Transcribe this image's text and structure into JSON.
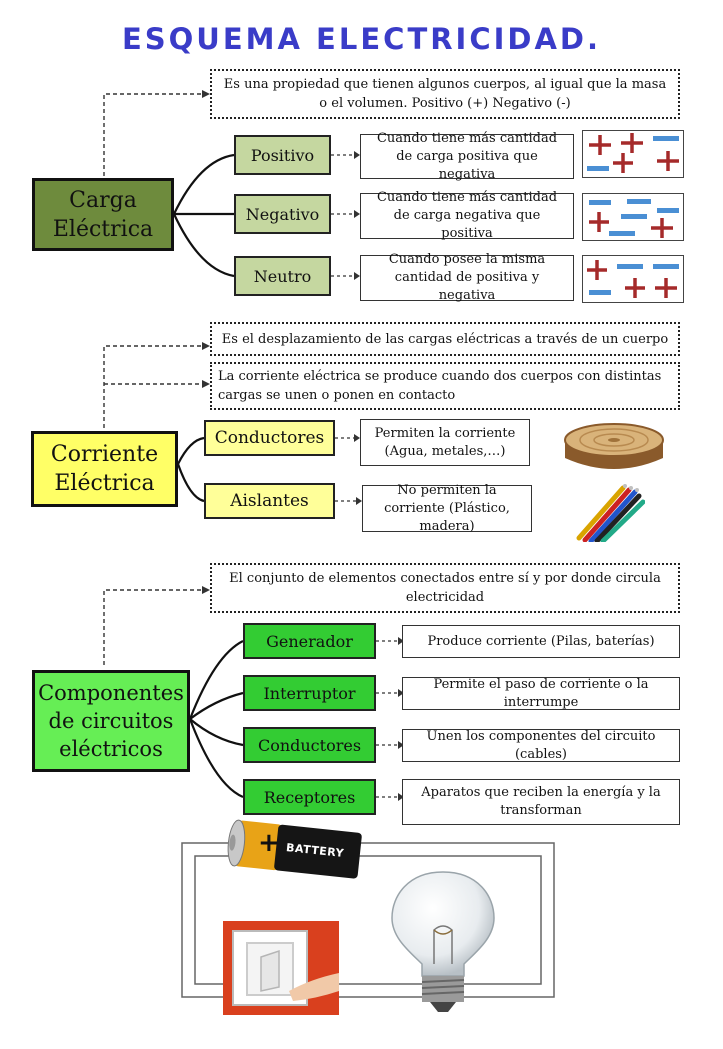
{
  "title": "ESQUEMA ELECTRICIDAD.",
  "colors": {
    "title": "#3a3cc8",
    "carga_main": "#6e8b3d",
    "carga_sub": "#c5d7a0",
    "corriente_main": "#ffff66",
    "corriente_sub": "#ffff99",
    "componentes_main": "#66ee55",
    "componentes_sub": "#33cc33",
    "plus_sign": "#a52a2a",
    "minus_sign": "#4a8fd4"
  },
  "carga": {
    "main_label": "Carga Eléctrica",
    "note_text": "Es una propiedad que tienen algunos cuerpos, al igual que la masa o el volumen. Positivo (+) Negativo (-)",
    "items": [
      {
        "label": "Positivo",
        "desc": "Cuando tiene más cantidad de carga positiva que negativa",
        "icon": "plus-dominant-charges-icon"
      },
      {
        "label": "Negativo",
        "desc": "Cuando tiene más cantidad de carga negativa que positiva",
        "icon": "minus-dominant-charges-icon"
      },
      {
        "label": "Neutro",
        "desc": "Cuando posee la misma cantidad de positiva y negativa",
        "icon": "balanced-charges-icon"
      }
    ]
  },
  "corriente": {
    "main_label": "Corriente Eléctrica",
    "note1": "Es el desplazamiento de las cargas eléctricas a través de un cuerpo",
    "note2": "La corriente eléctrica se produce cuando dos cuerpos con distintas cargas se unen o ponen en contacto",
    "items": [
      {
        "label": "Conductores",
        "desc": "Permiten la corriente (Agua, metales,…)",
        "icon": "wood-log-icon"
      },
      {
        "label": "Aislantes",
        "desc": "No permiten la corriente (Plástico, madera)",
        "icon": "colored-cables-icon"
      }
    ]
  },
  "componentes": {
    "main_label": "Componentes de circuitos eléctricos",
    "note": "El conjunto de elementos conectados entre sí y por donde circula electricidad",
    "items": [
      {
        "label": "Generador",
        "desc": "Produce corriente (Pilas, baterías)"
      },
      {
        "label": "Interruptor",
        "desc": "Permite el paso de corriente o la interrumpe"
      },
      {
        "label": "Conductores",
        "desc": "Unen los componentes del circuito (cables)"
      },
      {
        "label": "Receptores",
        "desc": "Aparatos que reciben la energía y la transforman"
      }
    ]
  },
  "circuit": {
    "battery_label": "BATTERY",
    "battery_plus": "+",
    "icons": [
      "battery-icon",
      "switch-icon",
      "light-bulb-icon"
    ]
  }
}
